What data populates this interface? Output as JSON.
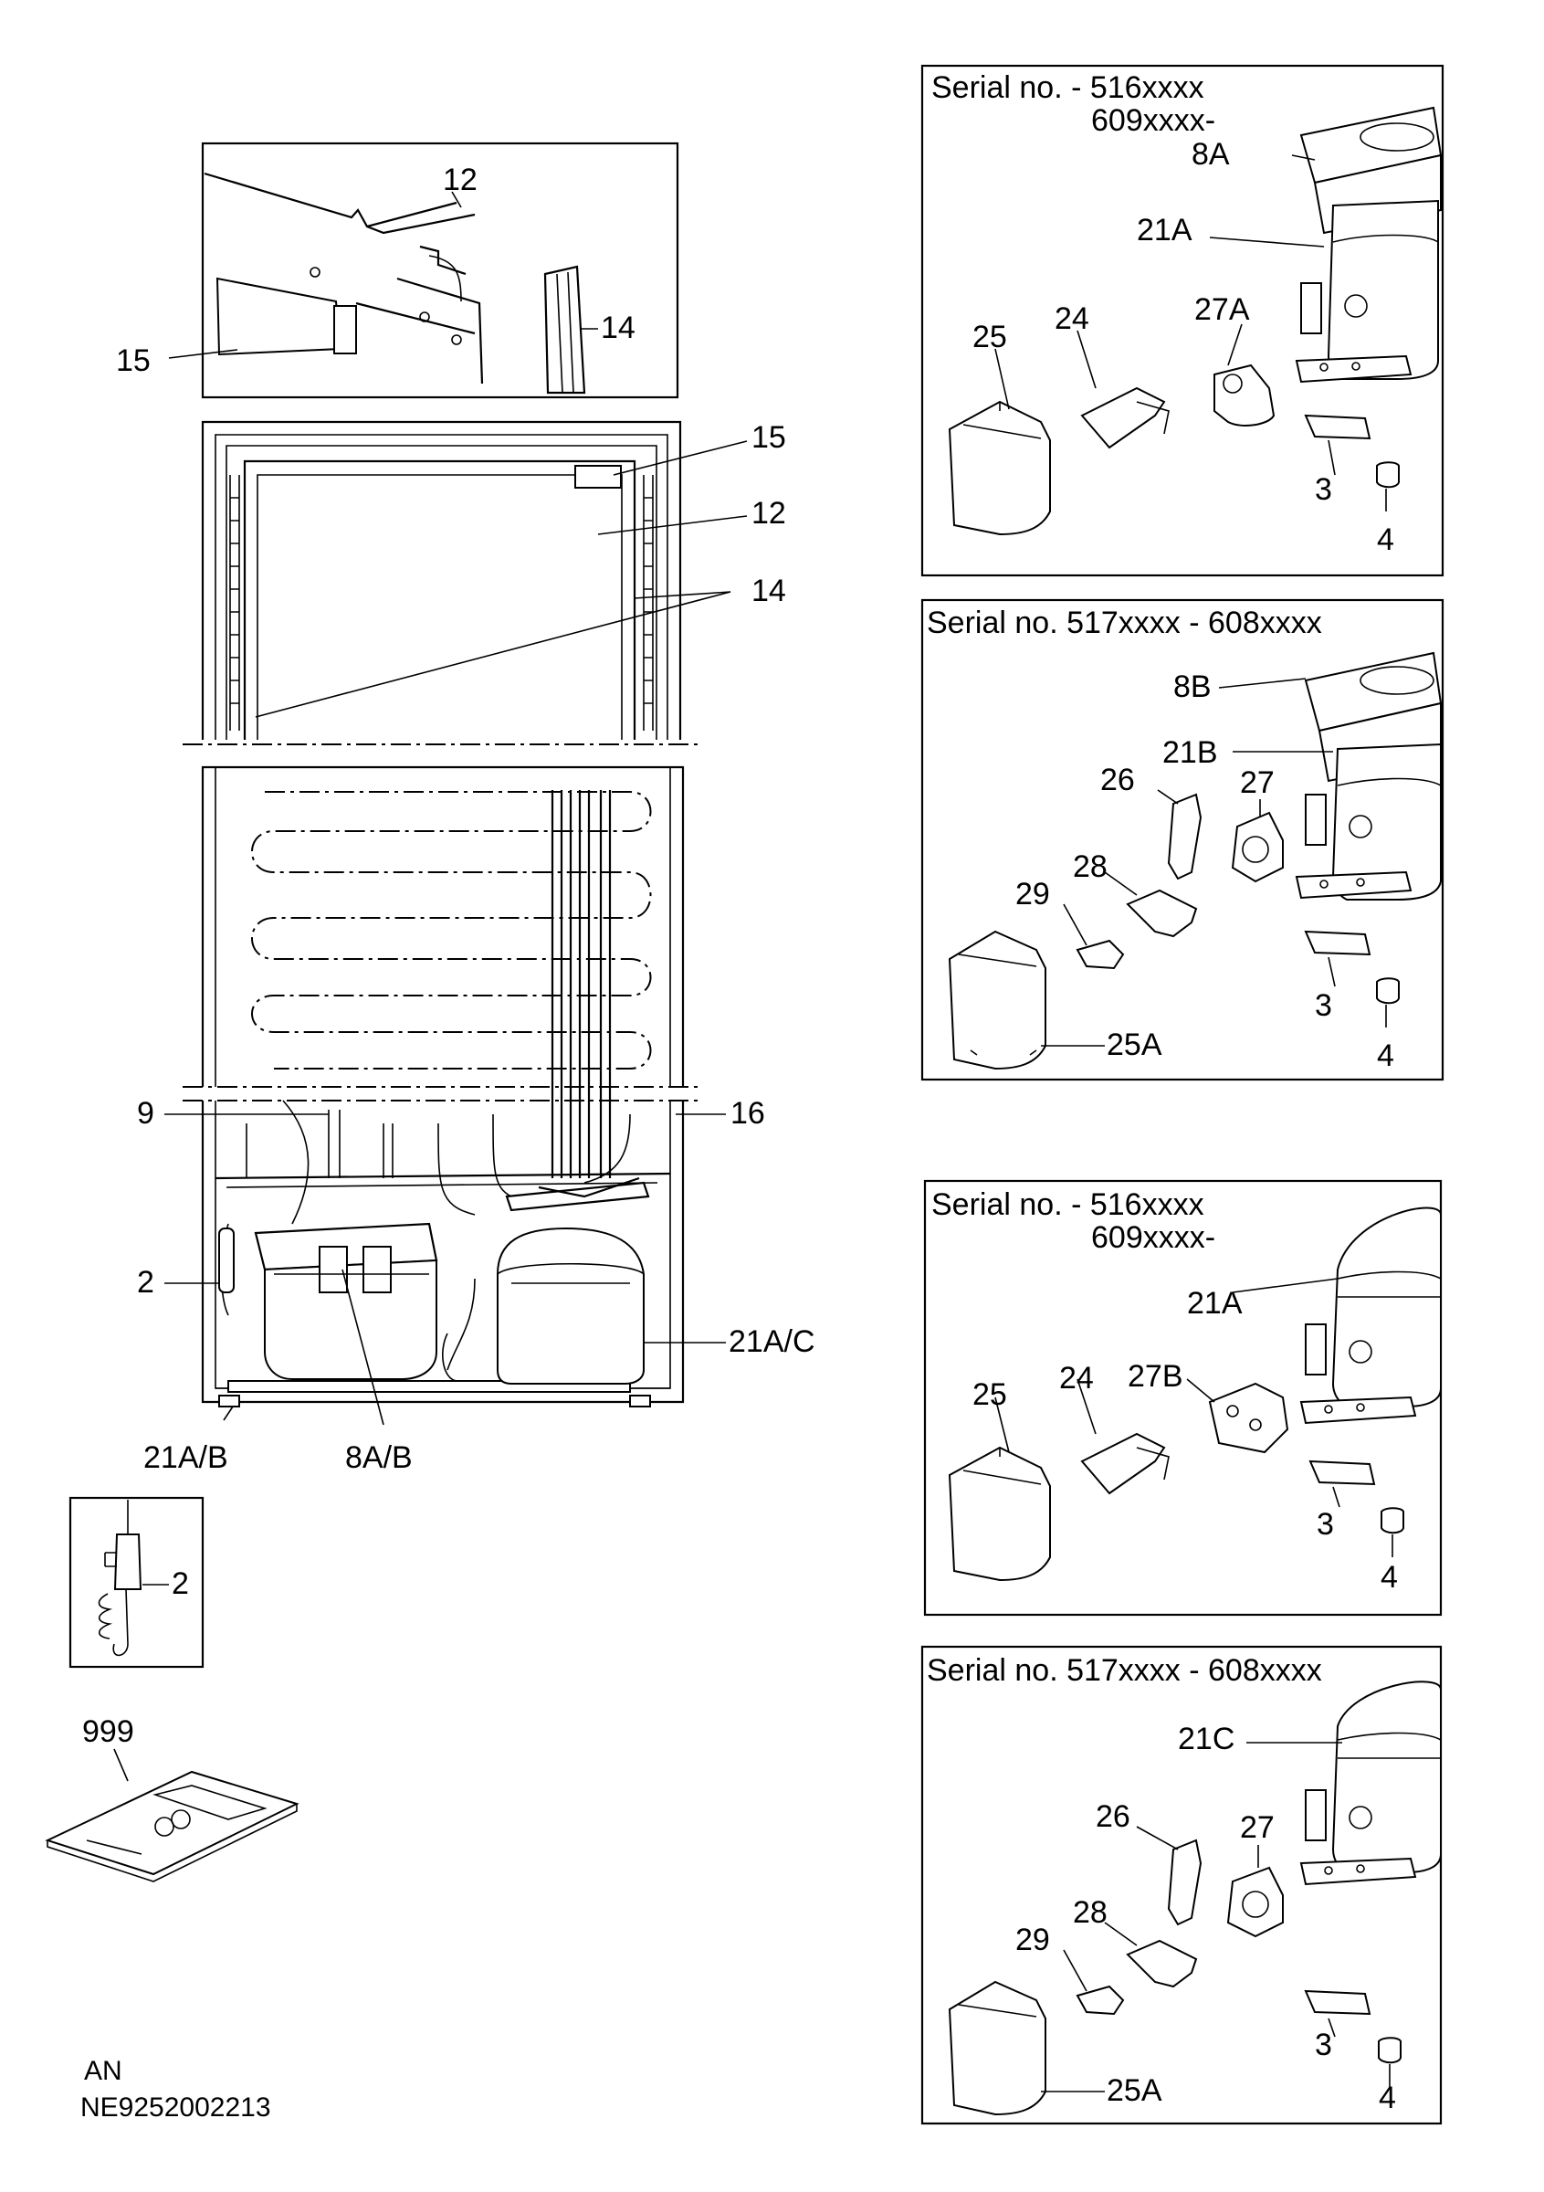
{
  "footer": {
    "line1": "AN",
    "line2": "NE9252002213"
  },
  "main": {
    "top_detail": {
      "l12": "12",
      "l14": "14",
      "l15": "15"
    },
    "door": {
      "l15": "15",
      "l12": "12",
      "l14": "14"
    },
    "lower": {
      "l9": "9",
      "l16": "16",
      "l2": "2",
      "l21ac": "21A/C",
      "l21ab": "21A/B",
      "l8ab": "8A/B"
    },
    "sensor": {
      "l2": "2"
    },
    "manual": {
      "l999": "999"
    }
  },
  "panels": [
    {
      "header1": "Serial no. - 516xxxx",
      "header2": "609xxxx-",
      "labels": [
        "8A",
        "21A",
        "25",
        "24",
        "27A",
        "3",
        "4"
      ]
    },
    {
      "header1": "Serial no. 517xxxx - 608xxxx",
      "labels": [
        "8B",
        "21B",
        "26",
        "27",
        "28",
        "29",
        "3",
        "4",
        "25A"
      ]
    },
    {
      "header1": "Serial no. - 516xxxx",
      "header2": "609xxxx-",
      "labels": [
        "21A",
        "25",
        "24",
        "27B",
        "3",
        "4"
      ]
    },
    {
      "header1": "Serial no. 517xxxx - 608xxxx",
      "labels": [
        "21C",
        "26",
        "27",
        "28",
        "29",
        "3",
        "4",
        "25A"
      ]
    }
  ]
}
